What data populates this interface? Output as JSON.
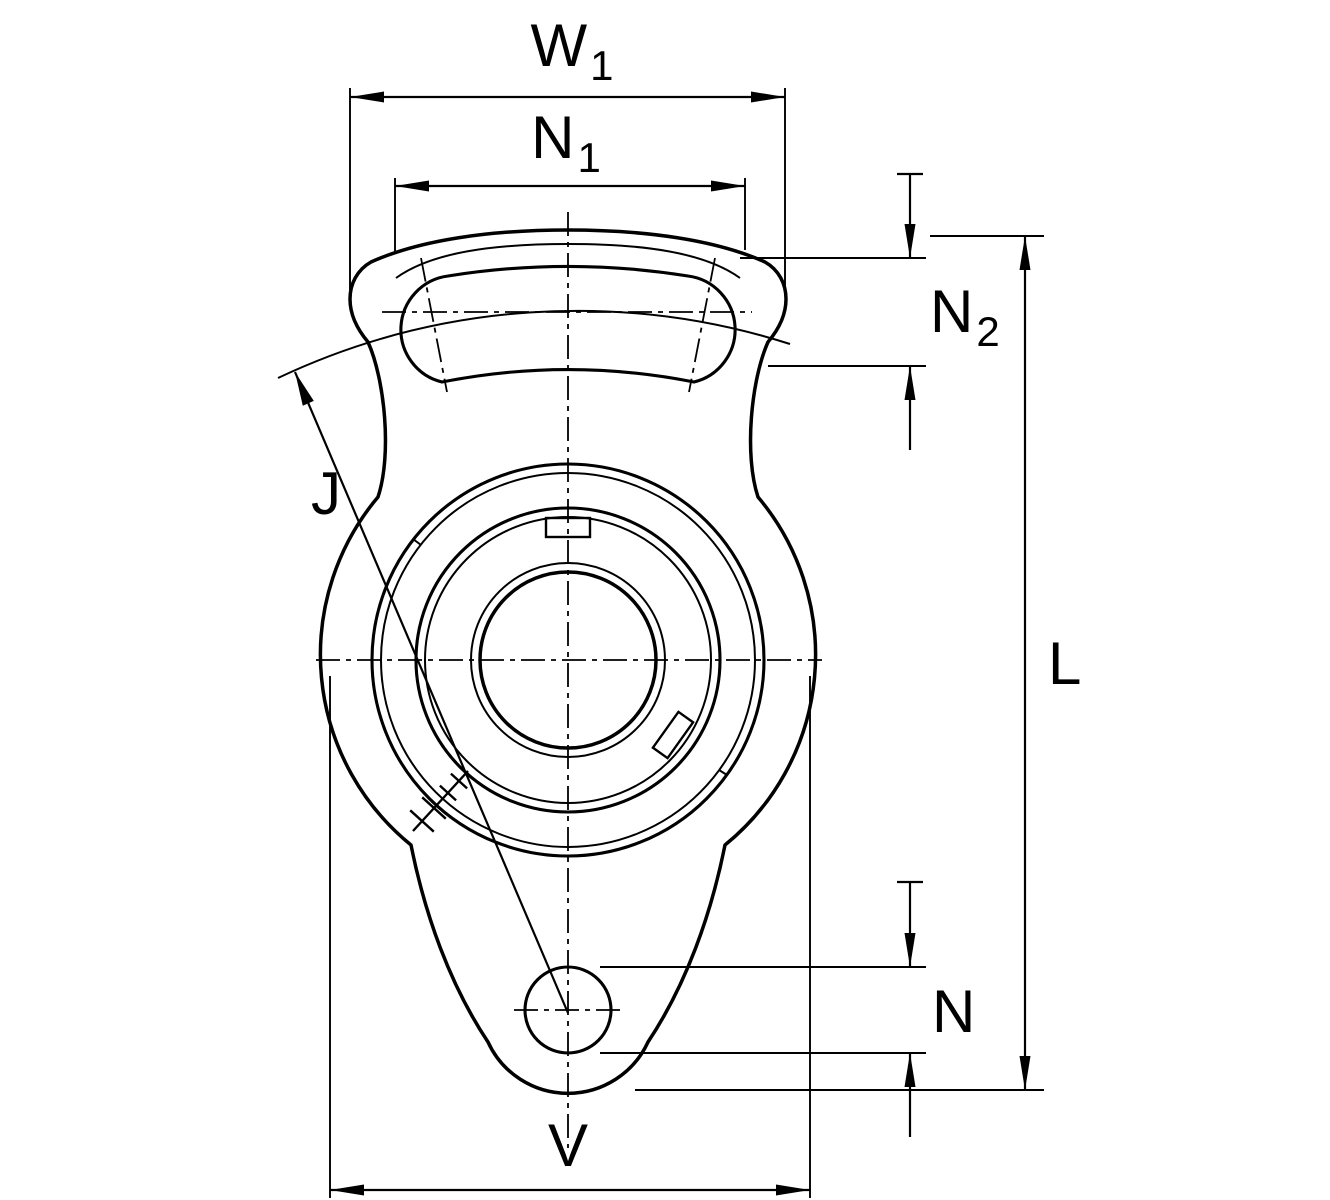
{
  "labels": {
    "w1": {
      "main": "W",
      "sub": "1"
    },
    "n1": {
      "main": "N",
      "sub": "1"
    },
    "n2": {
      "main": "N",
      "sub": "2"
    },
    "j": "J",
    "l": "L",
    "n": "N",
    "v": "V"
  },
  "colors": {
    "line": "#000000",
    "background": "#ffffff"
  }
}
